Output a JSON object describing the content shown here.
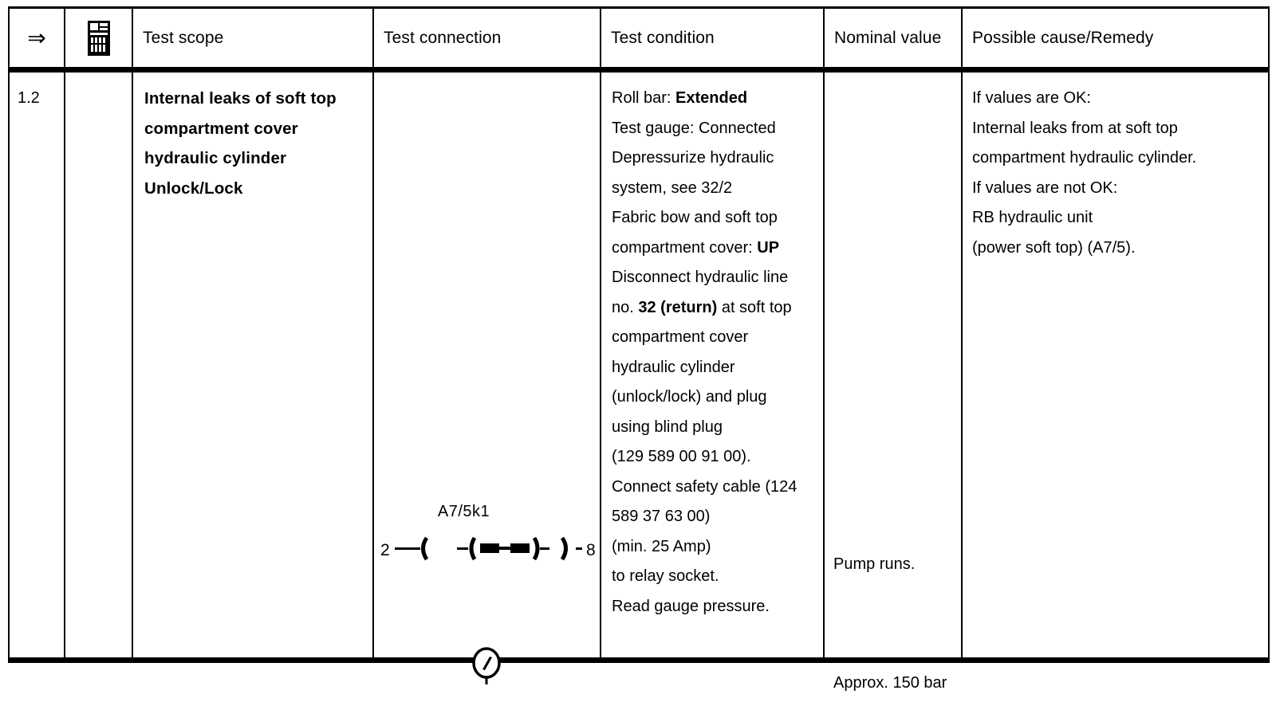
{
  "table": {
    "columns": [
      {
        "key": "arrow",
        "label": "⇒",
        "icon": "double-arrow-right-icon"
      },
      {
        "key": "icon",
        "label": "",
        "icon": "handheld-tester-icon"
      },
      {
        "key": "scope",
        "label": "Test scope",
        "icon": null
      },
      {
        "key": "conn",
        "label": "Test connection",
        "icon": null
      },
      {
        "key": "cond",
        "label": "Test condition",
        "icon": null
      },
      {
        "key": "nominal",
        "label": "Nominal value",
        "icon": null
      },
      {
        "key": "remedy",
        "label": "Possible cause/Remedy",
        "icon": null
      }
    ],
    "rows": [
      {
        "step": "1.2",
        "scope_lines": [
          "Internal leaks of soft top",
          "compartment cover",
          "hydraulic cylinder",
          "Unlock/Lock"
        ],
        "connection": {
          "component_label": "A7/5k1",
          "left_terminal": "2",
          "right_terminal": "8",
          "symbols": [
            "connector-socket-icon",
            "solenoid-coil-icon",
            "connector-socket-icon",
            "pressure-gauge-icon"
          ]
        },
        "condition_lines": [
          {
            "text": "Roll bar: ",
            "bold": "Extended"
          },
          {
            "text": "Test gauge: Connected",
            "bold": ""
          },
          {
            "text": "Depressurize hydraulic",
            "bold": ""
          },
          {
            "text": "system, see 32/2",
            "bold": ""
          },
          {
            "text": "Fabric bow and soft top",
            "bold": ""
          },
          {
            "text": "compartment cover: ",
            "bold": "UP"
          },
          {
            "text": "Disconnect hydraulic line",
            "bold": ""
          },
          {
            "text": "no. ",
            "bold": "32 (return)",
            "after": " at soft top"
          },
          {
            "text": "compartment cover",
            "bold": ""
          },
          {
            "text": "hydraulic cylinder",
            "bold": ""
          },
          {
            "text": "(unlock/lock) and plug",
            "bold": ""
          },
          {
            "text": "using blind plug",
            "bold": ""
          },
          {
            "text": "(129 589 00 91 00).",
            "bold": ""
          },
          {
            "text": "Connect safety cable (124",
            "bold": ""
          },
          {
            "text": "589 37 63 00)",
            "bold": ""
          },
          {
            "text": "(min. 25 Amp)",
            "bold": ""
          },
          {
            "text": "to relay socket.",
            "bold": ""
          },
          {
            "text": "Read gauge pressure.",
            "bold": ""
          }
        ],
        "nominal_values": [
          "Pump runs.",
          "Approx. 150 bar"
        ],
        "remedy_lines": [
          "If values are OK:",
          "Internal leaks from at soft top",
          "compartment hydraulic cylinder.",
          "If values are not OK:",
          "RB hydraulic unit",
          "(power soft top) (A7/5)."
        ]
      }
    ]
  },
  "colors": {
    "ink": "#000000",
    "paper": "#ffffff"
  }
}
